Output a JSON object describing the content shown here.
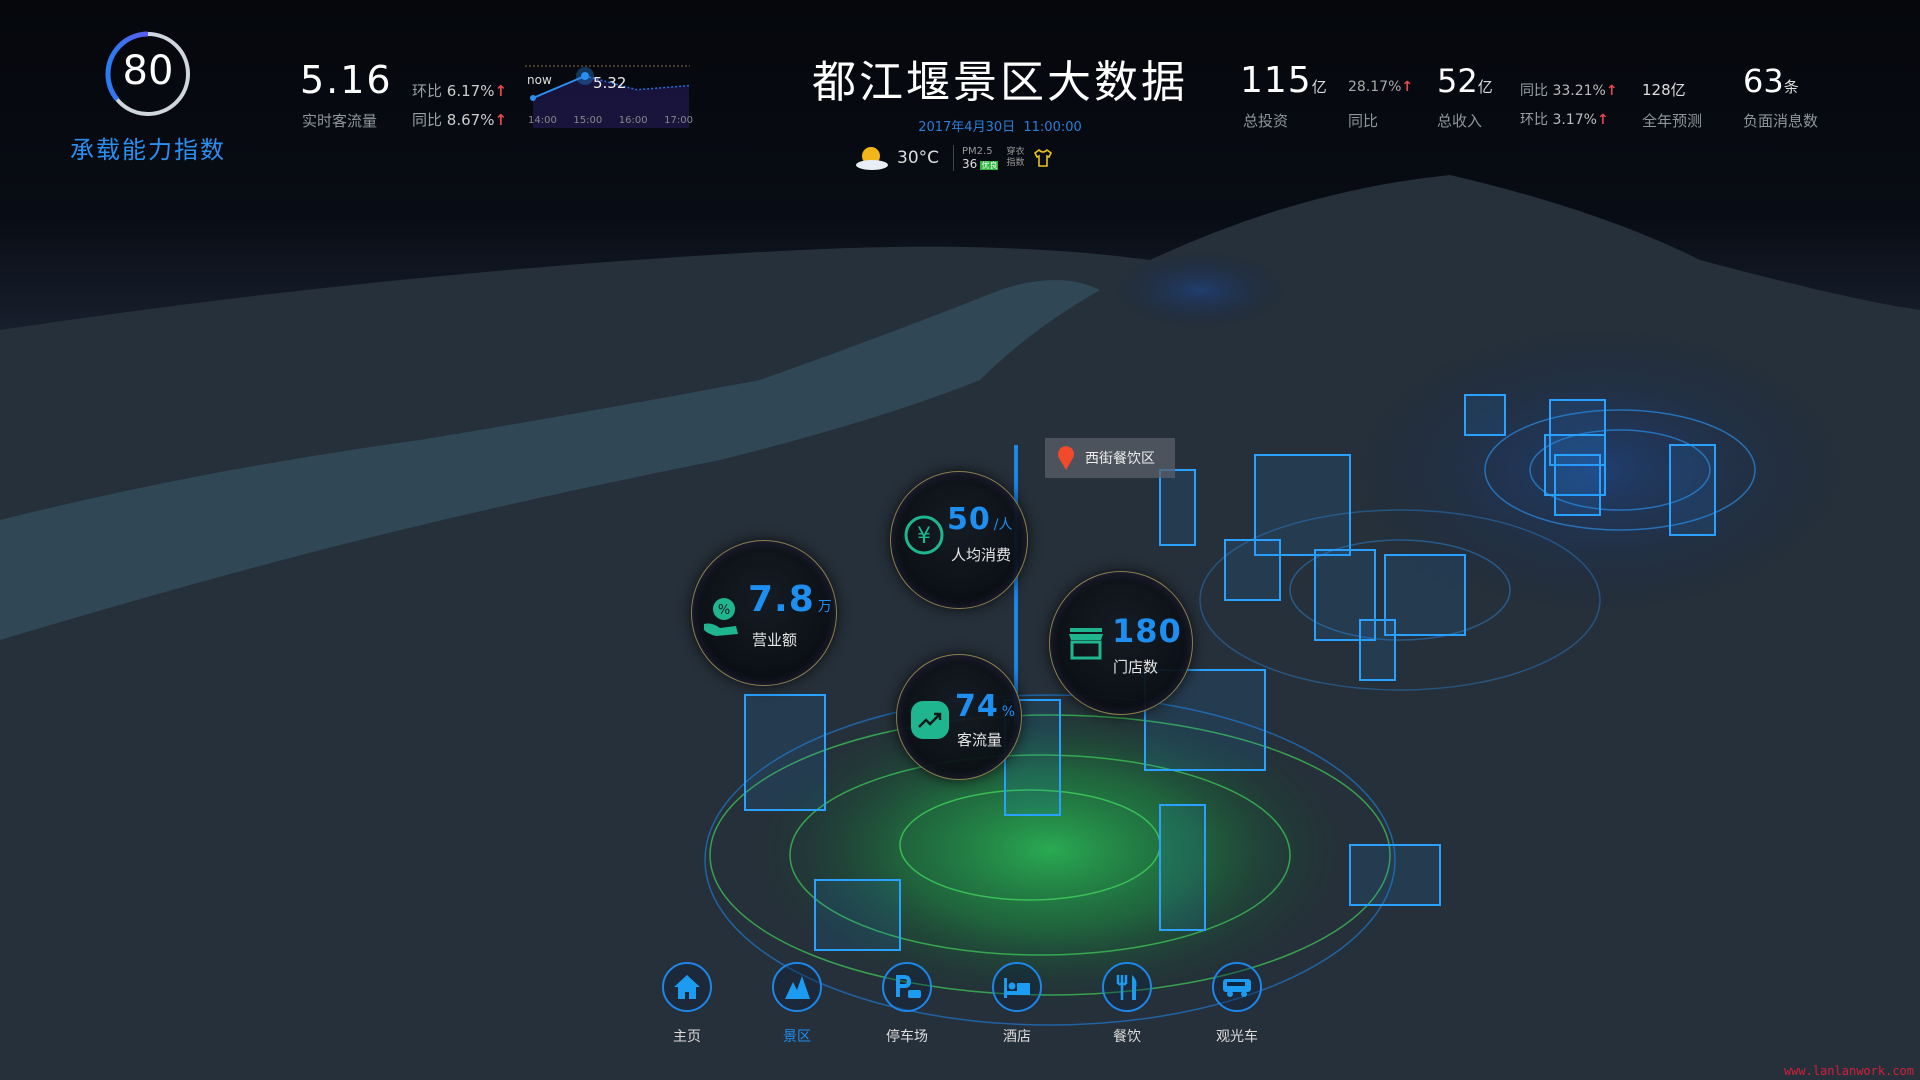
{
  "header": {
    "title": "都江堰景区大数据",
    "datetime": "2017年4月30日  11:00:00"
  },
  "weather": {
    "temperature": "30°C",
    "pm_label": "PM2.5",
    "pm_value": "36",
    "pm_badge": "优良",
    "dress_label_1": "穿衣",
    "dress_label_2": "指数"
  },
  "capacity": {
    "value": "80",
    "label": "承载能力指数",
    "fraction": 0.8
  },
  "visitors": {
    "value": "5.16",
    "label": "实时客流量",
    "hb_label": "环比",
    "hb_value": "6.17%",
    "tb_label": "同比",
    "tb_value": "8.67%",
    "arrow": "↑",
    "spark": {
      "now_label": "now",
      "peak_label": "5.32",
      "times": [
        "14:00",
        "15:00",
        "16:00",
        "17:00"
      ],
      "values": [
        5.16,
        5.32,
        5.22,
        5.25
      ]
    }
  },
  "stats": {
    "investment": {
      "value": "115",
      "unit": "亿",
      "label": "总投资",
      "yoy_value": "28.17%",
      "yoy_label": "同比"
    },
    "income": {
      "value": "52",
      "unit": "亿",
      "label": "总收入",
      "tb_label": "同比",
      "tb_value": "33.21%",
      "hb_label": "环比",
      "hb_value": "3.17%"
    },
    "forecast": {
      "value": "128亿",
      "label": "全年预测"
    },
    "negative": {
      "value": "63",
      "unit": "条",
      "label": "负面消息数"
    }
  },
  "poi": {
    "name": "西街餐饮区"
  },
  "bubbles": {
    "revenue": {
      "value": "7.8",
      "unit": "万",
      "label": "营业额"
    },
    "per_capita": {
      "value": "50",
      "unit": "/人",
      "label": "人均消费"
    },
    "traffic": {
      "value": "74",
      "unit": "%",
      "label": "客流量"
    },
    "stores": {
      "value": "180",
      "label": "门店数"
    }
  },
  "nav": [
    {
      "label": "主页"
    },
    {
      "label": "景区"
    },
    {
      "label": "停车场"
    },
    {
      "label": "酒店"
    },
    {
      "label": "餐饮"
    },
    {
      "label": "观光车"
    }
  ],
  "watermark": "www.lanlanwork.com",
  "colors": {
    "accent": "#1e8ef0",
    "up": "#e5484d",
    "teal": "#1fb58f"
  }
}
